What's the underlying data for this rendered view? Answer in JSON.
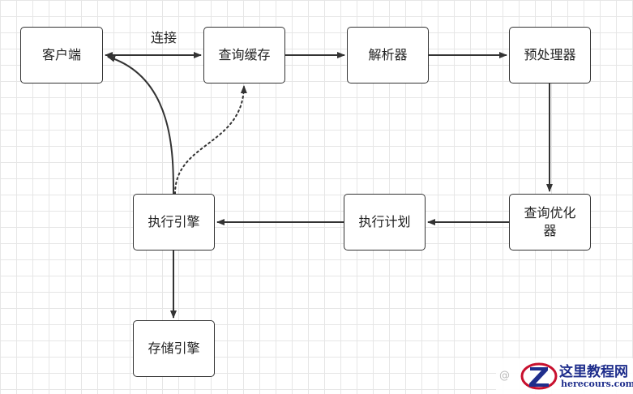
{
  "nodes": {
    "client": "客户端",
    "query_cache": "查询缓存",
    "parser": "解析器",
    "preprocessor": "预处理器",
    "query_optimizer": "查询优化器",
    "execution_plan": "执行计划",
    "execution_engine": "执行引擎",
    "storage_engine": "存储引擎"
  },
  "edge_labels": {
    "connect": "连接"
  },
  "watermark": {
    "at_sign": "@",
    "title": "这里教程网",
    "url": "herecours.com"
  },
  "colors": {
    "stroke": "#333333",
    "watermark_blue": "#1f2e8c",
    "watermark_red": "#c8102e"
  }
}
